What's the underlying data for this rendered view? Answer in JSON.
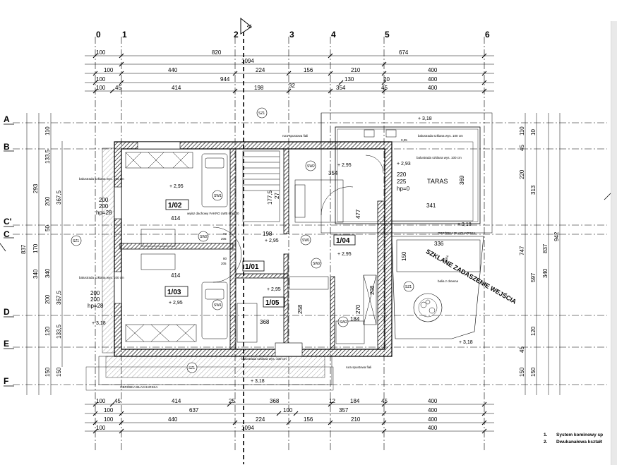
{
  "grid": {
    "columns": [
      "0",
      "1",
      "2",
      "3",
      "4",
      "5",
      "6"
    ],
    "rows": [
      "A",
      "B",
      "C'",
      "C",
      "D",
      "E",
      "F"
    ],
    "section_mark": "A"
  },
  "dims_top": {
    "row1": [
      "100",
      "820",
      "674"
    ],
    "row2": [
      "1094"
    ],
    "row3": [
      "100",
      "440",
      "224",
      "156",
      "210",
      "400"
    ],
    "row4": [
      "100",
      "944",
      "130",
      "20",
      "400"
    ],
    "row5": [
      "100",
      "45",
      "414",
      "198",
      "32",
      "354",
      "45",
      "400"
    ]
  },
  "dims_bottom": {
    "row1": [
      "100",
      "45",
      "414",
      "25",
      "368",
      "12",
      "184",
      "45",
      "400"
    ],
    "row2": [
      "100",
      "637",
      "100",
      "357",
      "400"
    ],
    "row3": [
      "100",
      "440",
      "224",
      "156",
      "210",
      "400"
    ],
    "row4": [
      "100",
      "1094",
      "400"
    ]
  },
  "dims_left": {
    "outer": [
      "837"
    ],
    "mid": [
      "293",
      "170",
      "340"
    ],
    "inner": [
      "110",
      "133,5",
      "200",
      "50",
      "340",
      "200",
      "120",
      "150"
    ],
    "inner2": [
      "367,5",
      "367,5",
      "133,5",
      "150"
    ]
  },
  "dims_right": {
    "a": [
      "110",
      "45",
      "220",
      "747",
      "45",
      "150"
    ],
    "b": [
      "10",
      "313",
      "837",
      "597"
    ],
    "c": [
      "942",
      "340",
      "120",
      "150"
    ]
  },
  "rooms": [
    {
      "no": "1/02",
      "level": "+ 2,95"
    },
    {
      "no": "1/03",
      "level": "+ 2,95"
    },
    {
      "no": "1/01",
      "level": "+ 2,95"
    },
    {
      "no": "1/05",
      "level": "+ 2,95"
    },
    {
      "no": "1/04",
      "level": "+ 2,95"
    }
  ],
  "inner_dims": {
    "r102_w": "414",
    "r103_w": "414",
    "r101_w": "198",
    "r105_w": "368",
    "r104_w": "354",
    "r104_h": "477",
    "stair_h": "177,5",
    "stair_w": "27",
    "r105_h": "258",
    "r104_small_h": "270",
    "r104_small_w": "184",
    "terrace_w": "341",
    "terrace_h": "369",
    "balcony_w": "336",
    "balcony_h": "150",
    "terrace_lower_h": "208"
  },
  "window_specs": [
    {
      "size": "200",
      "height": "200",
      "hp": "hp=28"
    },
    {
      "size": "200",
      "height": "200",
      "hp": "hp=28"
    },
    {
      "size": "220",
      "height": "225",
      "hp": "hp=0"
    }
  ],
  "doors": [
    {
      "w": "80",
      "h": "205"
    },
    {
      "w": "80",
      "h": "205"
    }
  ],
  "labels": {
    "terrace": "TARAS",
    "glass": "SZKLANE ZADASZENIE WEJŚCIA",
    "flashing": "OBRÓBKA BLACHARSKA",
    "flashing2": "OBRÓBKA BLACHARSKA",
    "roof_window": "wyłaz dachowy FAKRO LWB 60x100",
    "balustrade": "balustrada szklana wys. 100 cm",
    "gutter": "rura spustowa fiali",
    "tub": "balia z drewna",
    "level_terrace": "+ 3,18",
    "level_terrace2": "+ 3,18",
    "level_entry": "+ 3,18",
    "level_left": "+ 3,18",
    "level_bottom": "+ 3,18",
    "level_top": "+ 3,18",
    "level_terrace_room": "+ 2,93",
    "level_104b": "+ 2,95",
    "level_fall": "0,05",
    "slope": "2,5%",
    "sz1": "SZ1",
    "sw1": "SW1",
    "sw2": "SW2"
  },
  "notes": [
    {
      "n": "1.",
      "text": "System kominowy sp"
    },
    {
      "n": "2.",
      "text": "Dwukanałowa kształt"
    }
  ]
}
